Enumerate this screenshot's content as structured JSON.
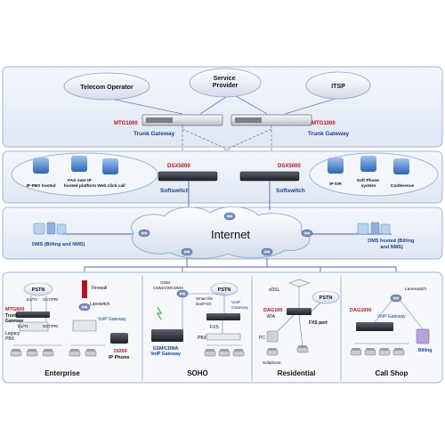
{
  "top_tier": {
    "clouds": {
      "telecom": "Telecom Operator",
      "service_provider": "Service Provider",
      "itsp": "ITSP"
    },
    "left_gateway": {
      "model": "MTG1000",
      "role": "Trunk Gateway"
    },
    "right_gateway": {
      "model": "MTG1000",
      "role": "Trunk Gateway"
    }
  },
  "softswitch_tier": {
    "left_switch": {
      "model": "DSX5000",
      "role": "Softswitch"
    },
    "right_switch": {
      "model": "DSX5000",
      "role": "Softswitch"
    },
    "left_services": [
      "IP-PBX hosted",
      "FAX over IP hosted platform",
      "Web click call"
    ],
    "right_services": [
      "IP IVR",
      "Soft Phone system",
      "Conference"
    ]
  },
  "internet_tier": {
    "cloud_label": "Internet",
    "left_dms": "DMS (Billing and NMS)",
    "right_dms": "DMS hosted (Billing and NMS)"
  },
  "enterprise": {
    "title": "Enterprise",
    "pstn": "PSTN",
    "e1t1_top": "E1/T1",
    "ss7pri_top": "SS7/PRI",
    "firewall": "Firewall",
    "lanswitch": "Lanswitch",
    "mtg_model": "MTG600",
    "mtg_role": "Trunk Gateway",
    "legacy_pbx": "Legacy PBX",
    "e1t1_bottom": "E1/T1",
    "ss7pri_bottom": "SS7/PRI",
    "voip_gateway": "VoIP Gateway",
    "phone_model": "DI200",
    "phone_role": "IP Phone"
  },
  "soho": {
    "title": "SOHO",
    "gsm_label": "GSM CDMA/WCDMA",
    "gateway_model": "GSM/CDMA",
    "gateway_role": "VoIP Gateway",
    "pstn": "PSTN",
    "smart_life": "Smart life line/FXO",
    "voip_gateway": "VoIP Gateway",
    "fxs": "FXS",
    "pbx": "PBX"
  },
  "residential": {
    "title": "Residential",
    "xdsl": "xDSL",
    "pstn": "PSTN",
    "dag_model": "DAG100",
    "dag_role": "ATA",
    "fxs_port": "FXS port",
    "pc": "PC",
    "softphone": "Softphone"
  },
  "call_shop": {
    "title": "Call Shop",
    "lanswitch": "Laneswitch",
    "dag_model": "DAG1000",
    "voip_gateway": "VoIP Gateway",
    "billing": "Billing"
  },
  "colors": {
    "frame": "#9fb6d8",
    "band": "#e6edf8",
    "bubble": "#f3f6fb",
    "link": "#6f7ea8",
    "internet_link": "#4f5fb0",
    "cloud": "#dfe7f3",
    "device": "#2b2f36",
    "title_blue": "#1a3f8f",
    "model_red": "#b5121b"
  }
}
